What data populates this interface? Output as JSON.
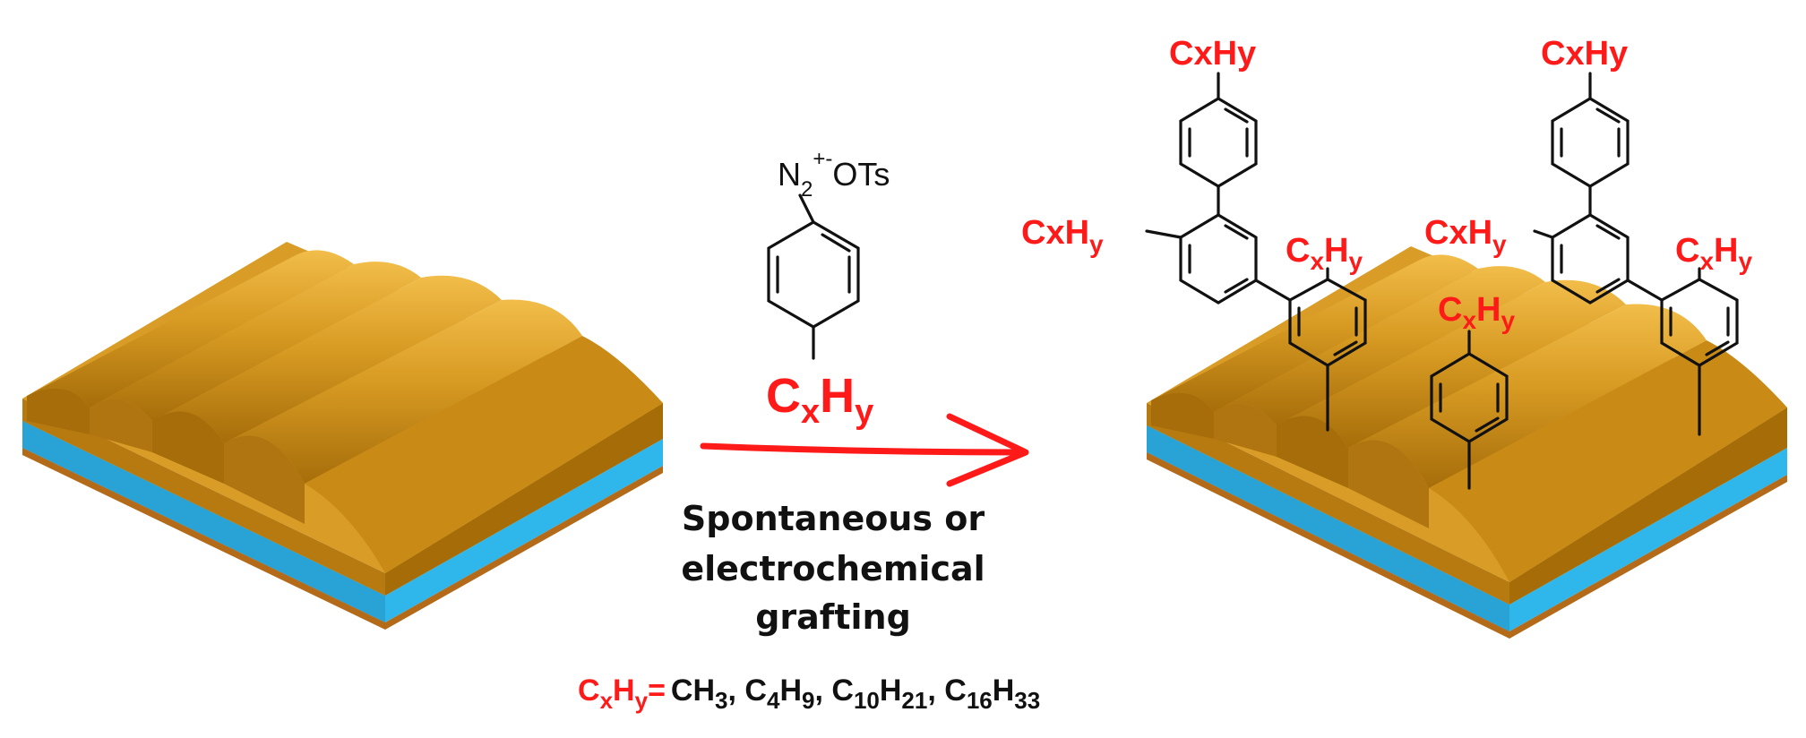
{
  "reagent": {
    "diazonium": "N",
    "diazonium_sub": "2",
    "diazonium_sup": "+-",
    "counterion": "OTs",
    "substituent_c": "C",
    "substituent_x": "x",
    "substituent_h": "H",
    "substituent_y": "y"
  },
  "method": {
    "line1": "Spontaneous or",
    "line2": "electrochemical",
    "line3": "grafting"
  },
  "legend": {
    "c": "C",
    "x": "x",
    "h": "H",
    "y": "y",
    "eq": "=",
    "values": [
      {
        "base": "CH",
        "sub": "3"
      },
      {
        "base": "C",
        "sub": "4",
        "base2": "H",
        "sub2": "9"
      },
      {
        "base": "C",
        "sub": "10",
        "base2": "H",
        "sub2": "21"
      },
      {
        "base": "C",
        "sub": "16",
        "base2": "H",
        "sub2": "33"
      }
    ]
  },
  "grafted_labels": {
    "top_left": "CxHy",
    "top_right": "CxHy",
    "mid_left_a": "CxH",
    "mid_left_a_sub": "y",
    "mid_left_b": "CxH",
    "mid_left_b_sub": "y",
    "ring_a": "C",
    "ring_a_x": "x",
    "ring_a_h": "H",
    "ring_a_y": "y",
    "ring_b": "C",
    "ring_b_x": "x",
    "ring_b_h": "H",
    "ring_b_y": "y",
    "surface_center": "C",
    "surface_center_x": "x",
    "surface_center_h": "H",
    "surface_center_y": "y"
  },
  "colors": {
    "gold_light": "#e3a52b",
    "gold_mid": "#c98b15",
    "gold_dark": "#9a6508",
    "substrate_blue": "#2fb6ea",
    "accent_red": "#ff1a1a"
  }
}
